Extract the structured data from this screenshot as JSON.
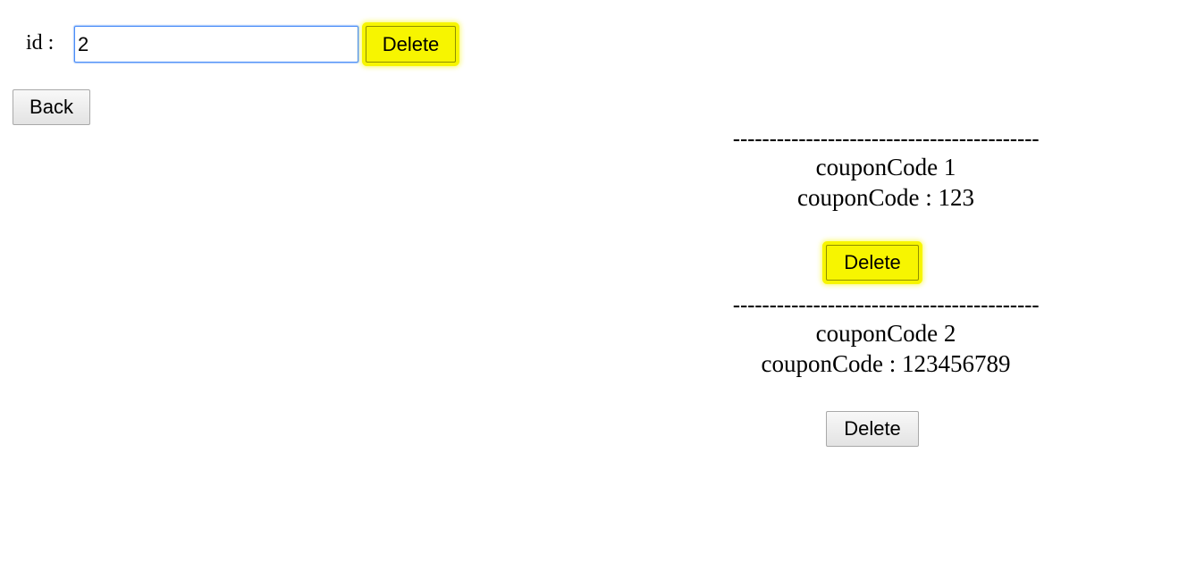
{
  "form": {
    "id_label": "id :",
    "id_value": "2",
    "delete_label": "Delete",
    "back_label": "Back"
  },
  "divider": "------------------------------------------",
  "coupons": [
    {
      "title": "couponCode 1",
      "code_line": "couponCode : 123",
      "delete_label": "Delete",
      "highlighted": true
    },
    {
      "title": "couponCode 2",
      "code_line": "couponCode : 123456789",
      "delete_label": "Delete",
      "highlighted": false
    }
  ],
  "colors": {
    "highlight": "#f7f500",
    "input_focus_border": "#4a8df8"
  }
}
